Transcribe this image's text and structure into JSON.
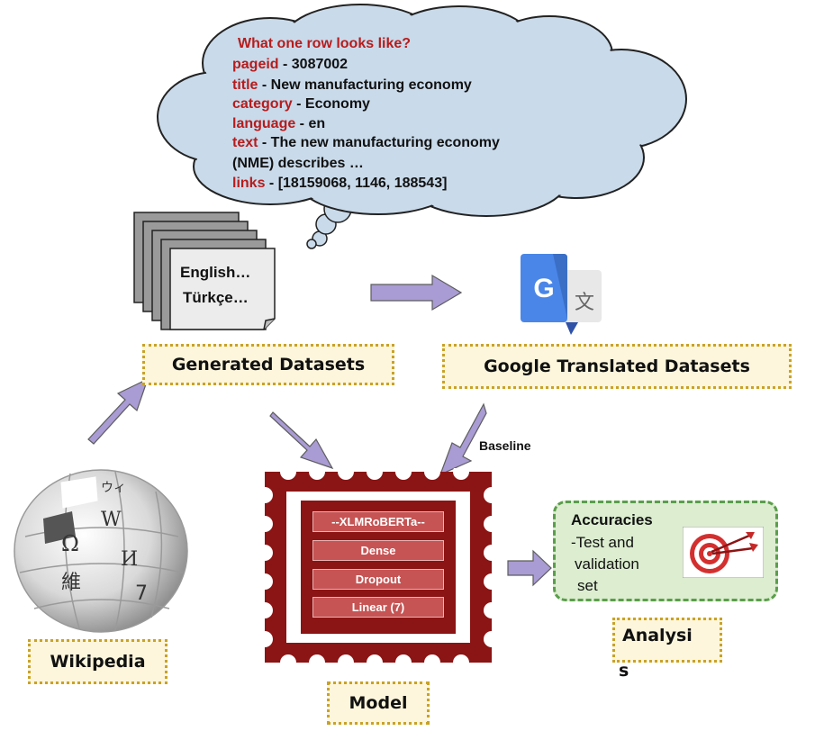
{
  "cloud": {
    "title": "What one row looks like?",
    "rows": [
      {
        "key": "pageid",
        "value": " - 3087002"
      },
      {
        "key": "title",
        "value": " - New manufacturing economy"
      },
      {
        "key": "category",
        "value": " - Economy"
      },
      {
        "key": "language",
        "value": " - en"
      },
      {
        "key": "text",
        "value": " - The new manufacturing economy"
      },
      {
        "key": "",
        "value": "(NME) describes …"
      },
      {
        "key": "links",
        "value": " - [18159068, 1146, 188543]"
      }
    ]
  },
  "documents": {
    "line1": "English…",
    "line2": "Türkçe…"
  },
  "labels": {
    "generated": "Generated Datasets",
    "google": "Google Translated Datasets",
    "wikipedia": "Wikipedia",
    "model": "Model",
    "analysis_line1": "Analysi",
    "analysis_line2": "s"
  },
  "translate_logo": {
    "g": "G",
    "glyph": "文"
  },
  "baseline_label": "Baseline",
  "model_layers": [
    "--XLMRoBERTa--",
    "Dense",
    "Dropout",
    "Linear (7)"
  ],
  "accuracies": {
    "title": "Accuracies",
    "line1": "-Test and",
    "line2": "validation",
    "line3": "set"
  },
  "wikipedia_glyphs": [
    "Ω",
    "W",
    "И",
    "維",
    "ウィ",
    "7"
  ],
  "colors": {
    "cloud_fill": "#c9daea",
    "key_red": "#b71c1c",
    "arrow_purple": "#a99bd3",
    "stamp": "#8b1414",
    "layer": "#c65454",
    "tag_fill": "#fdf6dc",
    "tag_border": "#c9a227",
    "acc_fill": "#dcedd0",
    "acc_border": "#5a9e4b"
  }
}
